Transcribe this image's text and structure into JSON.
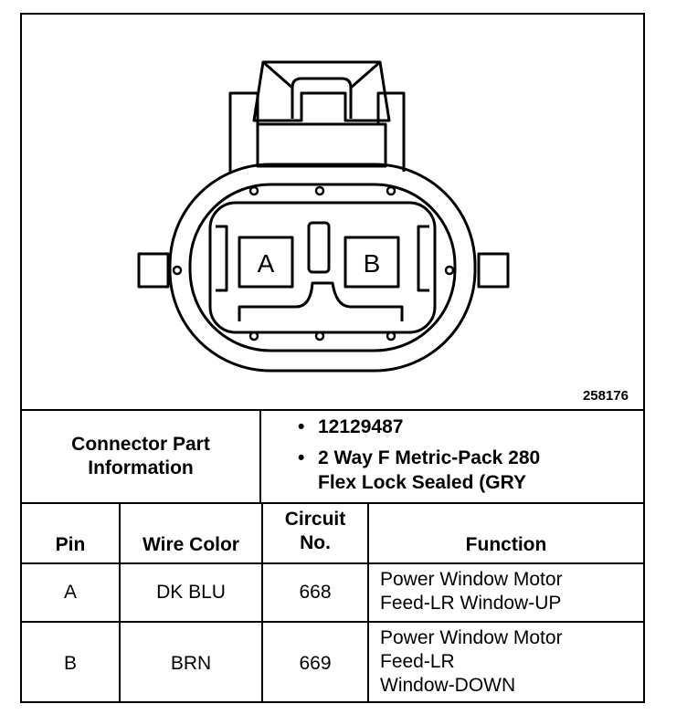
{
  "diagram": {
    "pin_a_label": "A",
    "pin_b_label": "B",
    "reference_number": "258176"
  },
  "part_info": {
    "label_line1": "Connector Part",
    "label_line2": "Information",
    "bullets": [
      {
        "marker": "•",
        "text": "12129487"
      },
      {
        "marker": "•",
        "text": "2 Way F Metric-Pack 280"
      },
      {
        "marker": "",
        "text": "Flex Lock Sealed (GRY"
      }
    ]
  },
  "table": {
    "headers": {
      "pin": "Pin",
      "wire_color": "Wire Color",
      "circuit_line1": "Circuit",
      "circuit_line2": "No.",
      "function": "Function"
    },
    "rows": [
      {
        "pin": "A",
        "wire_color": "DK BLU",
        "circuit": "668",
        "function_lines": [
          "Power Window Motor",
          "Feed-LR Window-UP"
        ]
      },
      {
        "pin": "B",
        "wire_color": "BRN",
        "circuit": "669",
        "function_lines": [
          "Power Window Motor",
          "Feed-LR",
          "Window-DOWN"
        ]
      }
    ]
  }
}
